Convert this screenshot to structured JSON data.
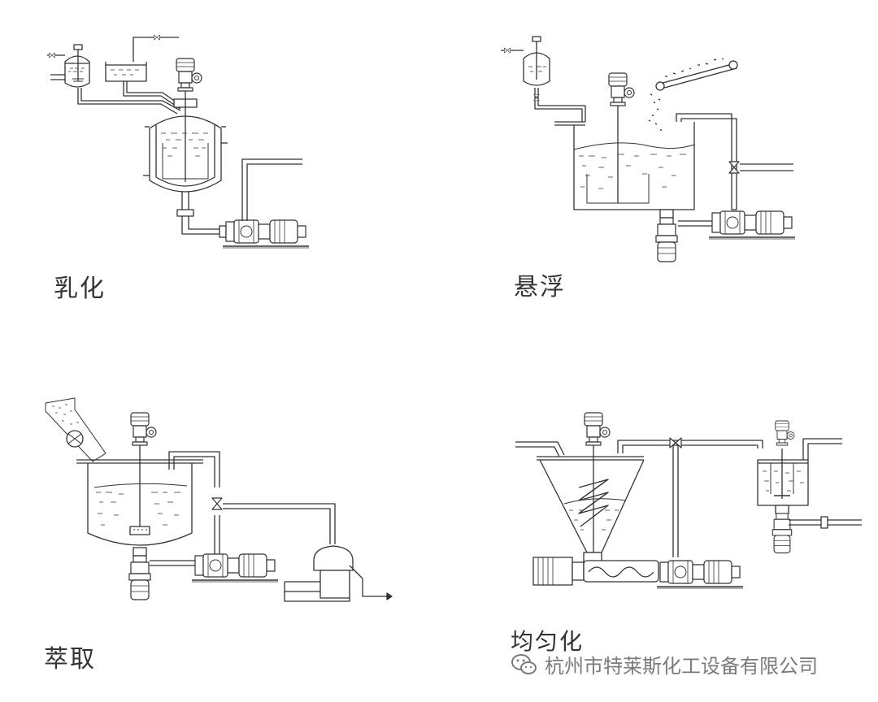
{
  "labels": {
    "emulsify": "乳化",
    "suspend": "悬浮",
    "extract": "萃取",
    "homogenize": "均匀化"
  },
  "watermark": {
    "text": "杭州市特莱斯化工设备有限公司",
    "icon": "wechat-icon"
  },
  "colors": {
    "line": "#333333",
    "text": "#333333",
    "watermark": "#7a7a7a",
    "background": "#ffffff"
  }
}
